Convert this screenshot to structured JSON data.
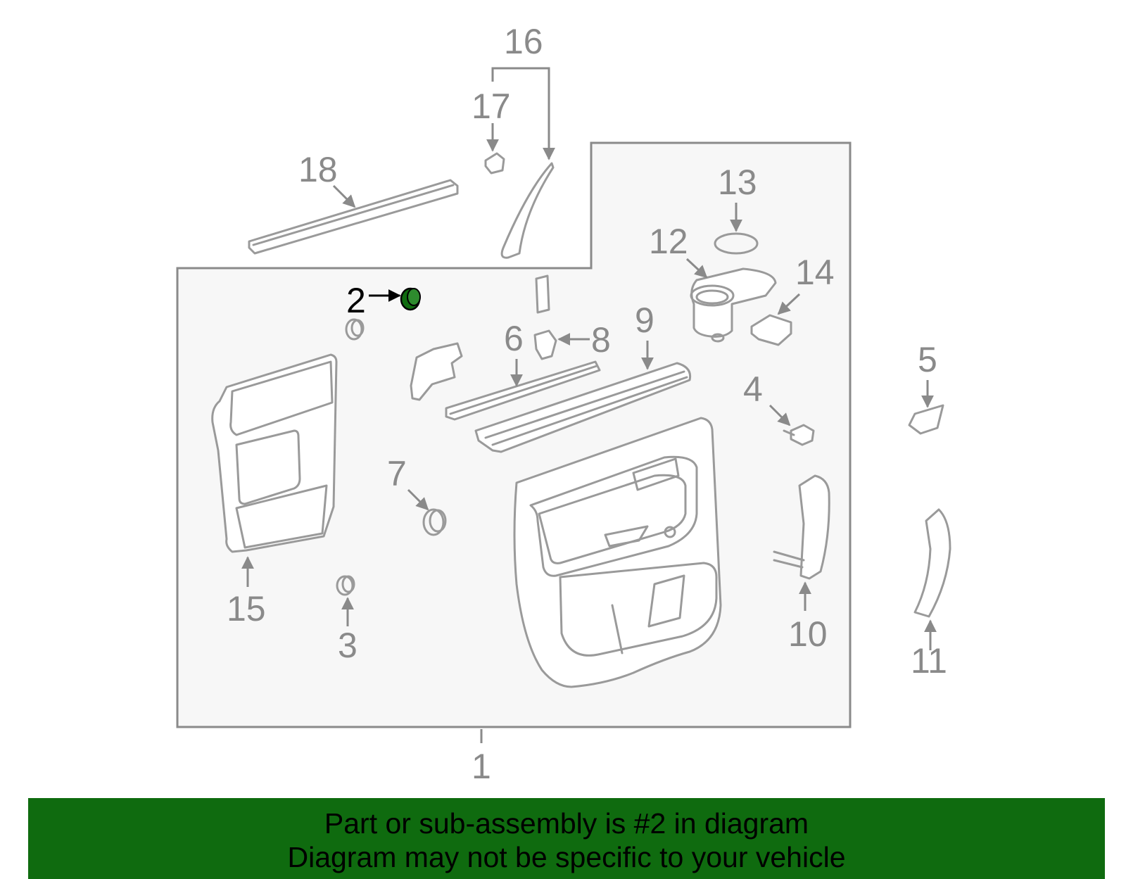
{
  "diagram": {
    "callouts": [
      "1",
      "2",
      "3",
      "4",
      "5",
      "6",
      "7",
      "8",
      "9",
      "10",
      "11",
      "12",
      "13",
      "14",
      "15",
      "16",
      "17",
      "18"
    ],
    "highlighted_part": "2",
    "highlight_color": "#0f6b0f"
  },
  "banner": {
    "line1": "Part or sub-assembly is #2 in diagram",
    "line2": "Diagram may not be specific to your vehicle",
    "background": "#0f6b0f"
  }
}
